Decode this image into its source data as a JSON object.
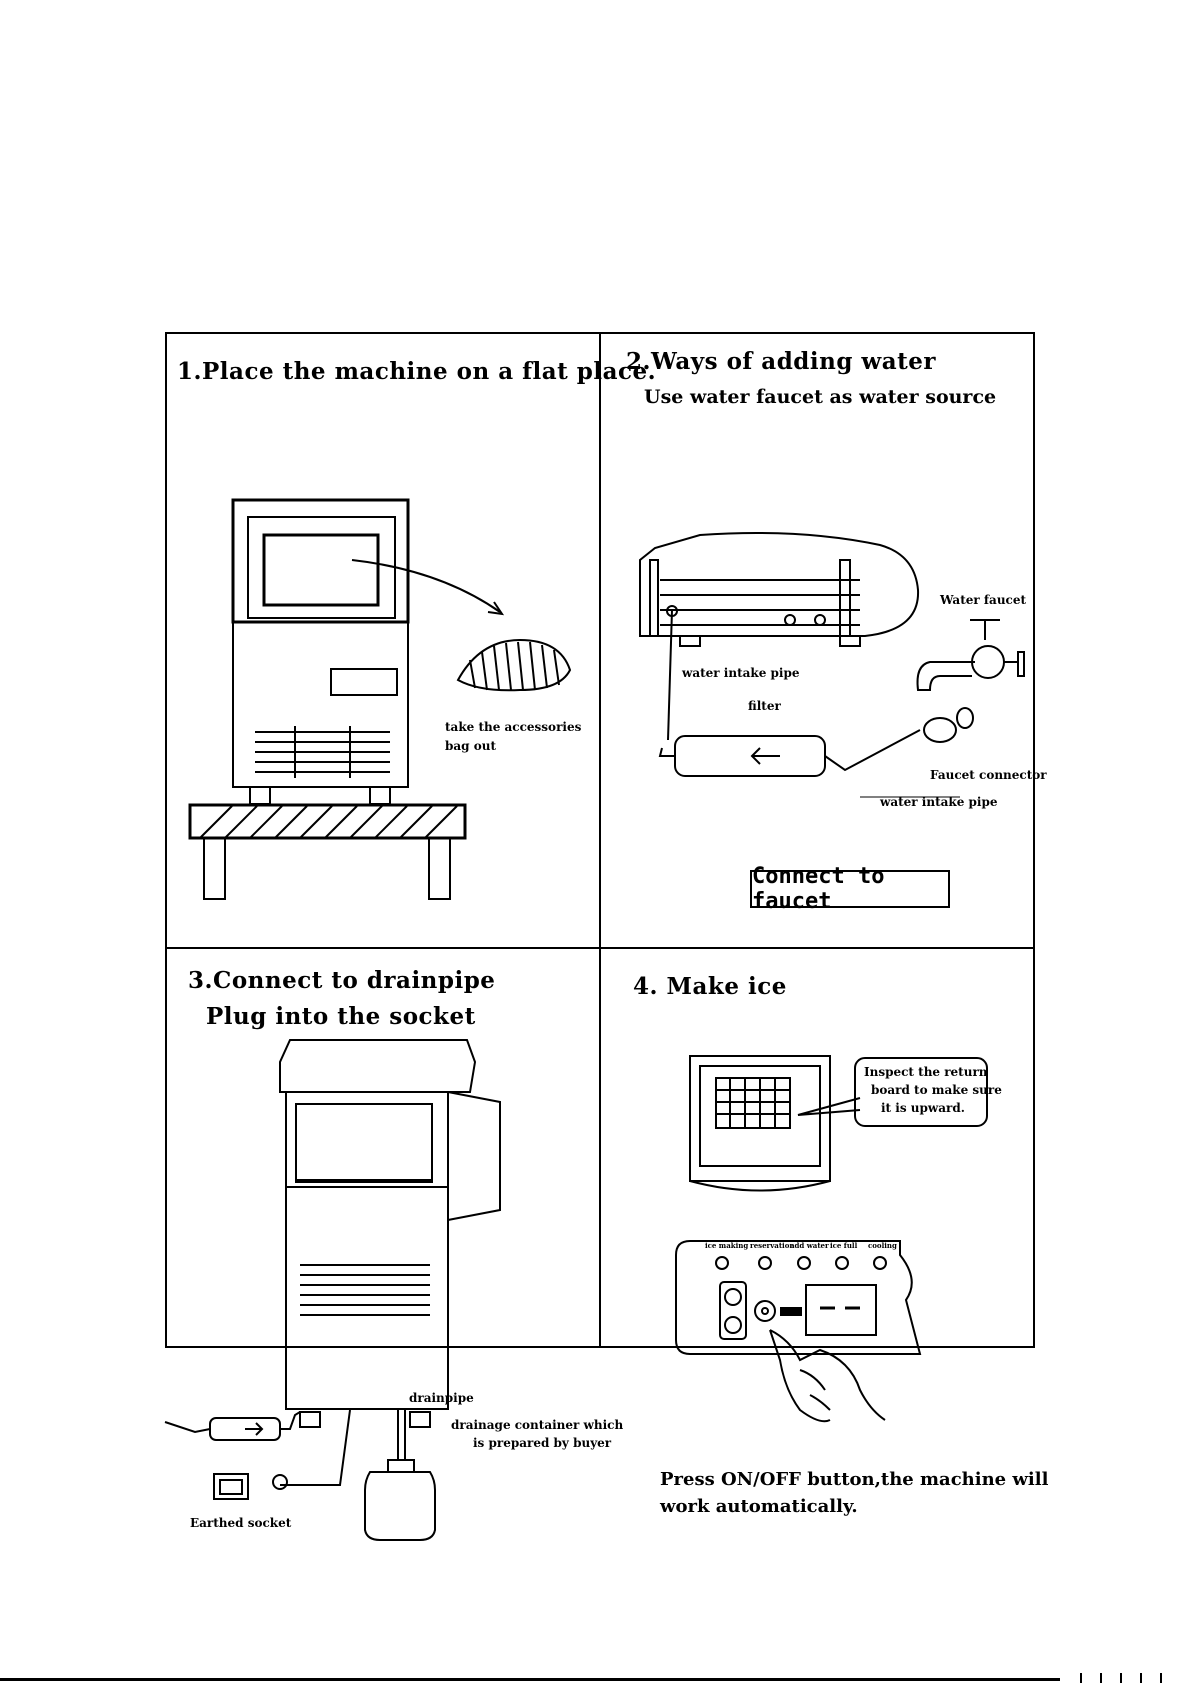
{
  "panel1": {
    "title": "1.Place the machine on a flat place.",
    "accessories_label_1": "take the accessories",
    "accessories_label_2": "bag out"
  },
  "panel2": {
    "title": "2.Ways of adding water",
    "subtitle": "Use water faucet as water source",
    "water_faucet_label": "Water faucet",
    "water_intake_pipe_label_1": "water intake pipe",
    "filter_label": "filter",
    "faucet_connector_label": "Faucet connector",
    "water_intake_pipe_label_2": "water intake pipe",
    "connect_box": "Connect to faucet"
  },
  "panel3": {
    "title": "3.Connect to drainpipe",
    "subtitle": "Plug into the socket",
    "drainpipe_label": "drainpipe",
    "container_label_1": "drainage container which",
    "container_label_2": "is prepared by buyer",
    "socket_label": "Earthed socket"
  },
  "panel4": {
    "title": "4. Make ice",
    "inspect_1": "Inspect the return",
    "inspect_2": "board to make sure",
    "inspect_3": "it is upward.",
    "indicator_labels": [
      "ice making",
      "reservation",
      "add water",
      "ice full",
      "cooling"
    ],
    "display": "- -",
    "instruction_1": "Press ON/OFF button,the machine will",
    "instruction_2": "work automatically."
  }
}
